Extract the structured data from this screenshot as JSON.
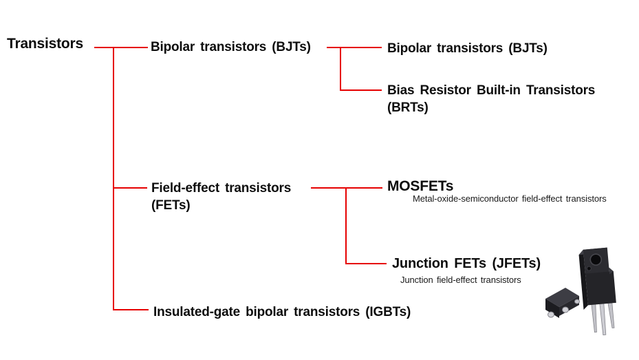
{
  "colors": {
    "line": "#e60000",
    "text": "#0d0d0d",
    "background": "#ffffff"
  },
  "tree": {
    "root": {
      "label": "Transistors"
    },
    "branches": [
      {
        "label": "Bipolar transistors (BJTs)",
        "children": [
          {
            "label": "Bipolar transistors (BJTs)"
          },
          {
            "label": "Bias Resistor Built-in Transistors (BRTs)"
          }
        ]
      },
      {
        "label": "Field-effect transistors (FETs)",
        "children": [
          {
            "label": "MOSFETs",
            "sublabel": "Metal-oxide-semiconductor field-effect transistors"
          },
          {
            "label": "Junction FETs (JFETs)",
            "sublabel": "Junction field-effect transistors"
          }
        ]
      },
      {
        "label": "Insulated-gate bipolar transistors (IGBTs)",
        "children": []
      }
    ]
  },
  "illustration": {
    "icon": "transistor-packages-3d"
  }
}
